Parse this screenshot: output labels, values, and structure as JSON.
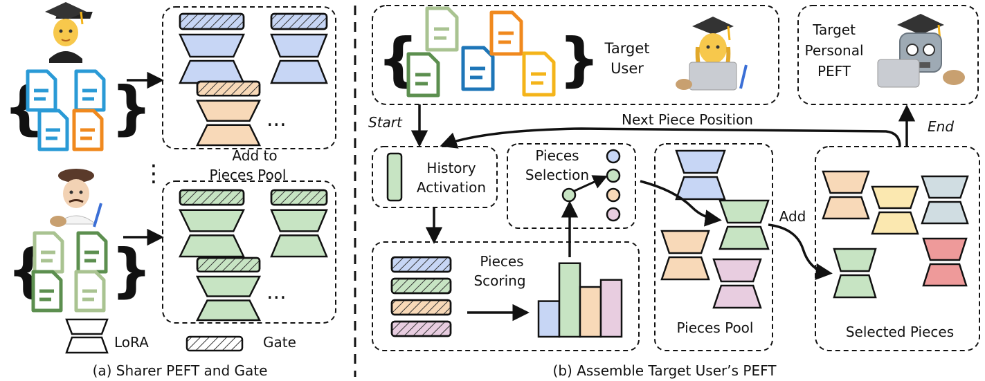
{
  "left_panel": {
    "add_to_pool": [
      "Add to",
      "Pieces Pool"
    ],
    "legend": {
      "lora": "LoRA",
      "gate": "Gate"
    },
    "caption": "(a) Sharer PEFT and Gate",
    "ellipsis": "...",
    "vdots": "⋮"
  },
  "right_panel": {
    "target_user": [
      "Target",
      "User"
    ],
    "target_personal_peft": [
      "Target",
      "Personal",
      "PEFT"
    ],
    "start": "Start",
    "end": "End",
    "next_piece_position": "Next Piece Position",
    "history_activation": [
      "History",
      "Activation"
    ],
    "pieces_selection": [
      "Pieces",
      "Selection"
    ],
    "pieces_scoring": [
      "Pieces",
      "Scoring"
    ],
    "pieces_pool": "Pieces Pool",
    "add": "Add",
    "selected_pieces": "Selected Pieces",
    "caption": "(b) Assemble Target User’s PEFT"
  },
  "colors": {
    "blue": "#c7d6f5",
    "green": "#c7e4c3",
    "orange": "#f8d9b8",
    "pink": "#e8cde0",
    "red": "#ee9a9a",
    "yellow": "#fbe8b0",
    "gray": "#d0dde2",
    "doc_blue": "#2a9ad6",
    "doc_orange": "#f0891e",
    "doc_green": "#5c8f4f",
    "doc_lightgreen": "#a9c391",
    "doc_darkblue": "#1e76b8",
    "doc_yellow": "#f4b41a"
  },
  "chart_data": {
    "type": "bar",
    "categories": [
      "blue",
      "green",
      "orange",
      "pink"
    ],
    "values": [
      3,
      6.2,
      4.2,
      4.8
    ],
    "ylim": [
      0,
      7
    ]
  }
}
